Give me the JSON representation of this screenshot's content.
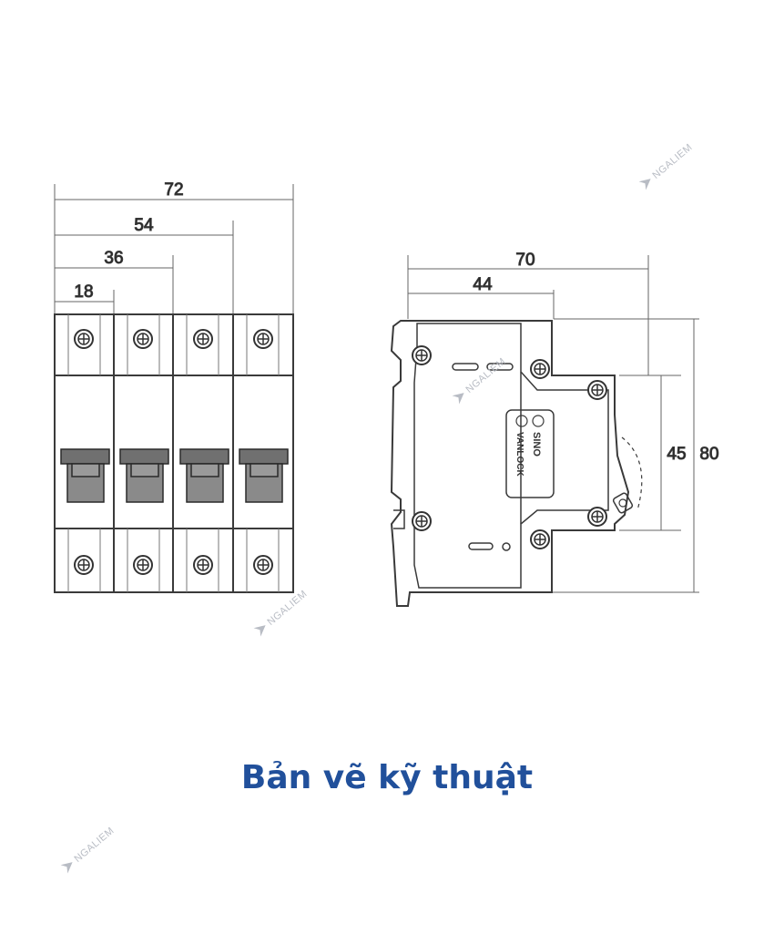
{
  "front_view": {
    "dim_labels": [
      "72",
      "54",
      "36",
      "18"
    ]
  },
  "side_view": {
    "width_labels": [
      "70",
      "44"
    ],
    "height_labels": [
      "45",
      "80"
    ],
    "brand_line1": "SINO",
    "brand_line2": "VANLOCK"
  },
  "watermark": "NGALIEM",
  "caption": "Bản vẽ kỹ thuật",
  "colors": {
    "line": "#3a3a3a",
    "handle": "#8a8a8a",
    "caption": "#21509b",
    "watermark": "#b8bcc4"
  }
}
